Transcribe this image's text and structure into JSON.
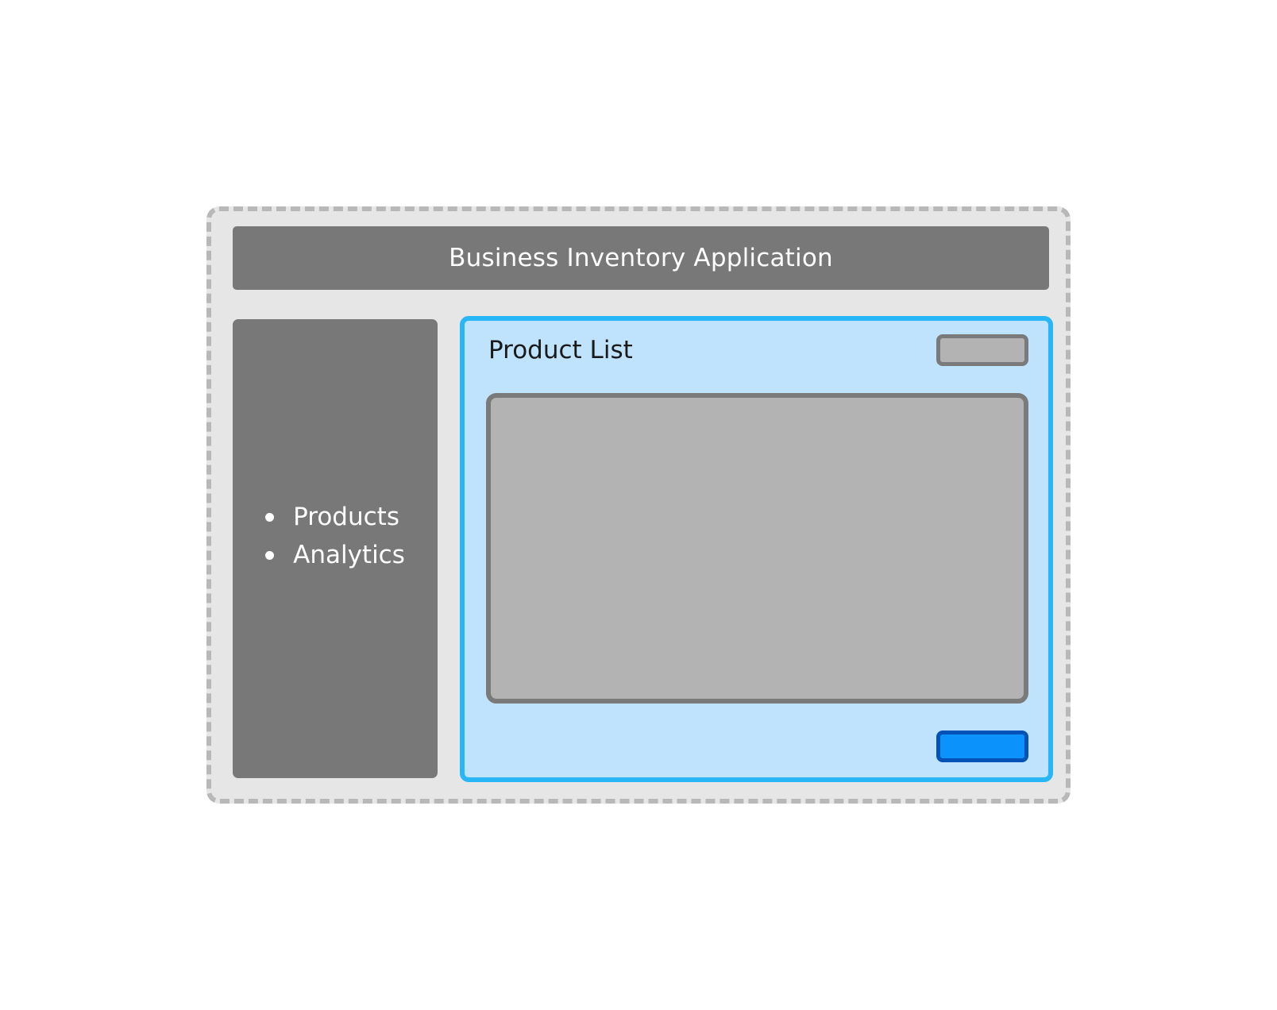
{
  "header": {
    "title": "Business Inventory Application"
  },
  "sidebar": {
    "items": [
      {
        "label": "Products"
      },
      {
        "label": "Analytics"
      }
    ]
  },
  "main": {
    "title": "Product List"
  },
  "colors": {
    "frame_background": "#e6e6e6",
    "frame_border": "#b8b8b8",
    "header_background": "#787878",
    "sidebar_background": "#787878",
    "panel_background": "#bfe3fc",
    "panel_border": "#29b6f6",
    "placeholder_fill": "#b3b3b3",
    "placeholder_border": "#7a7a7a",
    "primary_button_fill": "#0c93fb",
    "primary_button_border": "#0252b8"
  }
}
